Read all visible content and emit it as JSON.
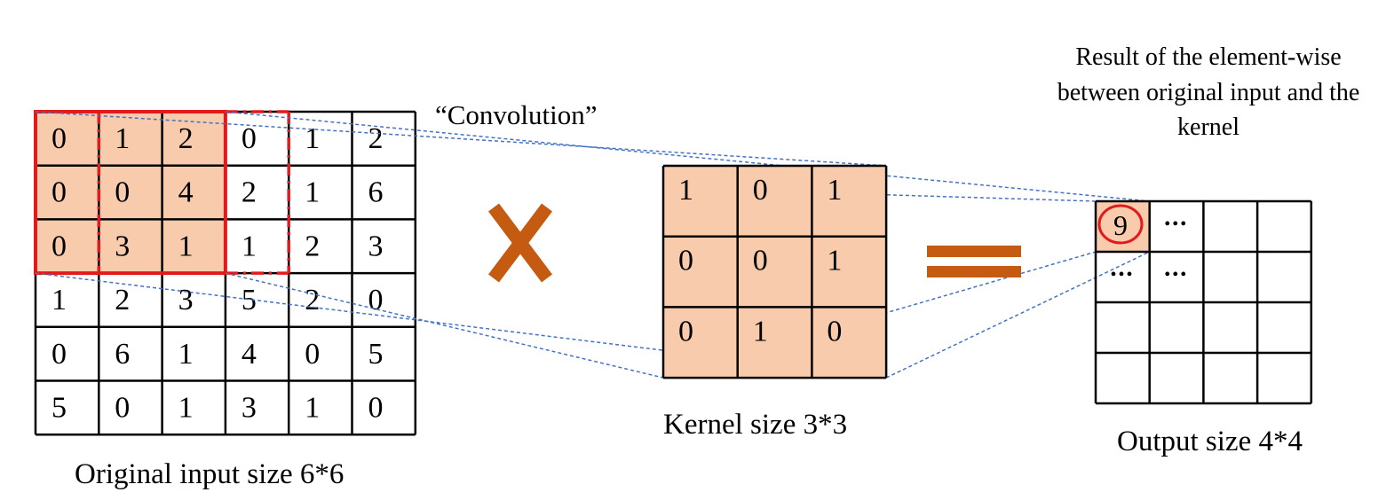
{
  "colors": {
    "highlight_fill": "#f8cbad",
    "window_border": "#e31a1c",
    "operator": "#c55a11",
    "connector": "#4472c4",
    "grid_line": "#000000"
  },
  "input": {
    "caption": "Original input size 6*6",
    "grid": [
      [
        "0",
        "1",
        "2",
        "0",
        "1",
        "2"
      ],
      [
        "0",
        "0",
        "4",
        "2",
        "1",
        "6"
      ],
      [
        "0",
        "3",
        "1",
        "1",
        "2",
        "3"
      ],
      [
        "1",
        "2",
        "3",
        "5",
        "2",
        "0"
      ],
      [
        "0",
        "6",
        "1",
        "4",
        "0",
        "5"
      ],
      [
        "5",
        "0",
        "1",
        "3",
        "1",
        "0"
      ]
    ]
  },
  "convolution_label": "“Convolution”",
  "multiply_icon": "multiply-x-icon",
  "kernel": {
    "caption": "Kernel size 3*3",
    "grid": [
      [
        "1",
        "0",
        "1"
      ],
      [
        "0",
        "0",
        "1"
      ],
      [
        "0",
        "1",
        "0"
      ]
    ]
  },
  "equals_icon": "equals-icon",
  "output": {
    "caption": "Output size 4*4",
    "note_lines": [
      "Result of the element-wise",
      "between original input and the",
      "kernel"
    ],
    "first_value": "9",
    "ellipsis": "•••",
    "grid": [
      [
        "9",
        "•••",
        "",
        ""
      ],
      [
        "•••",
        "•••",
        "",
        ""
      ],
      [
        "",
        "",
        "",
        ""
      ],
      [
        "",
        "",
        "",
        ""
      ]
    ]
  }
}
